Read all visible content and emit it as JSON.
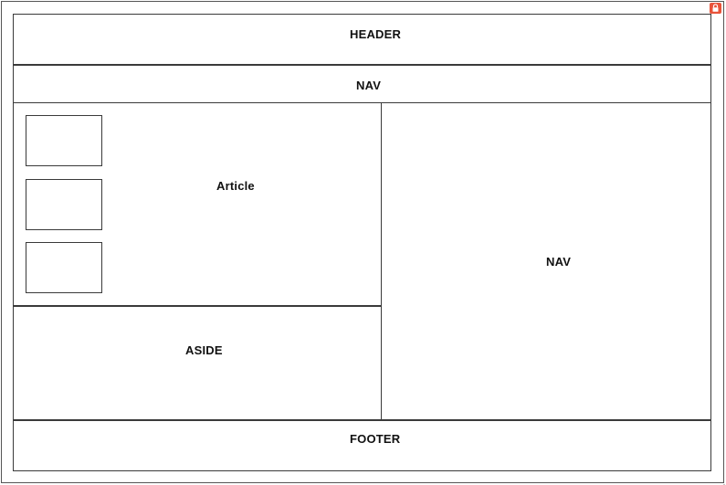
{
  "header": {
    "label": "HEADER"
  },
  "nav_top": {
    "label": "NAV"
  },
  "article": {
    "label": "Article",
    "thumbnails": [
      {},
      {},
      {}
    ]
  },
  "aside": {
    "label": "ASIDE"
  },
  "nav_side": {
    "label": "NAV"
  },
  "footer": {
    "label": "FOOTER"
  },
  "icons": {
    "lock": "lock-icon",
    "resize": "resize-handle-icon"
  },
  "colors": {
    "lock_badge": "#e8533a",
    "stroke": "#3a3a3a",
    "background": "#ffffff"
  }
}
